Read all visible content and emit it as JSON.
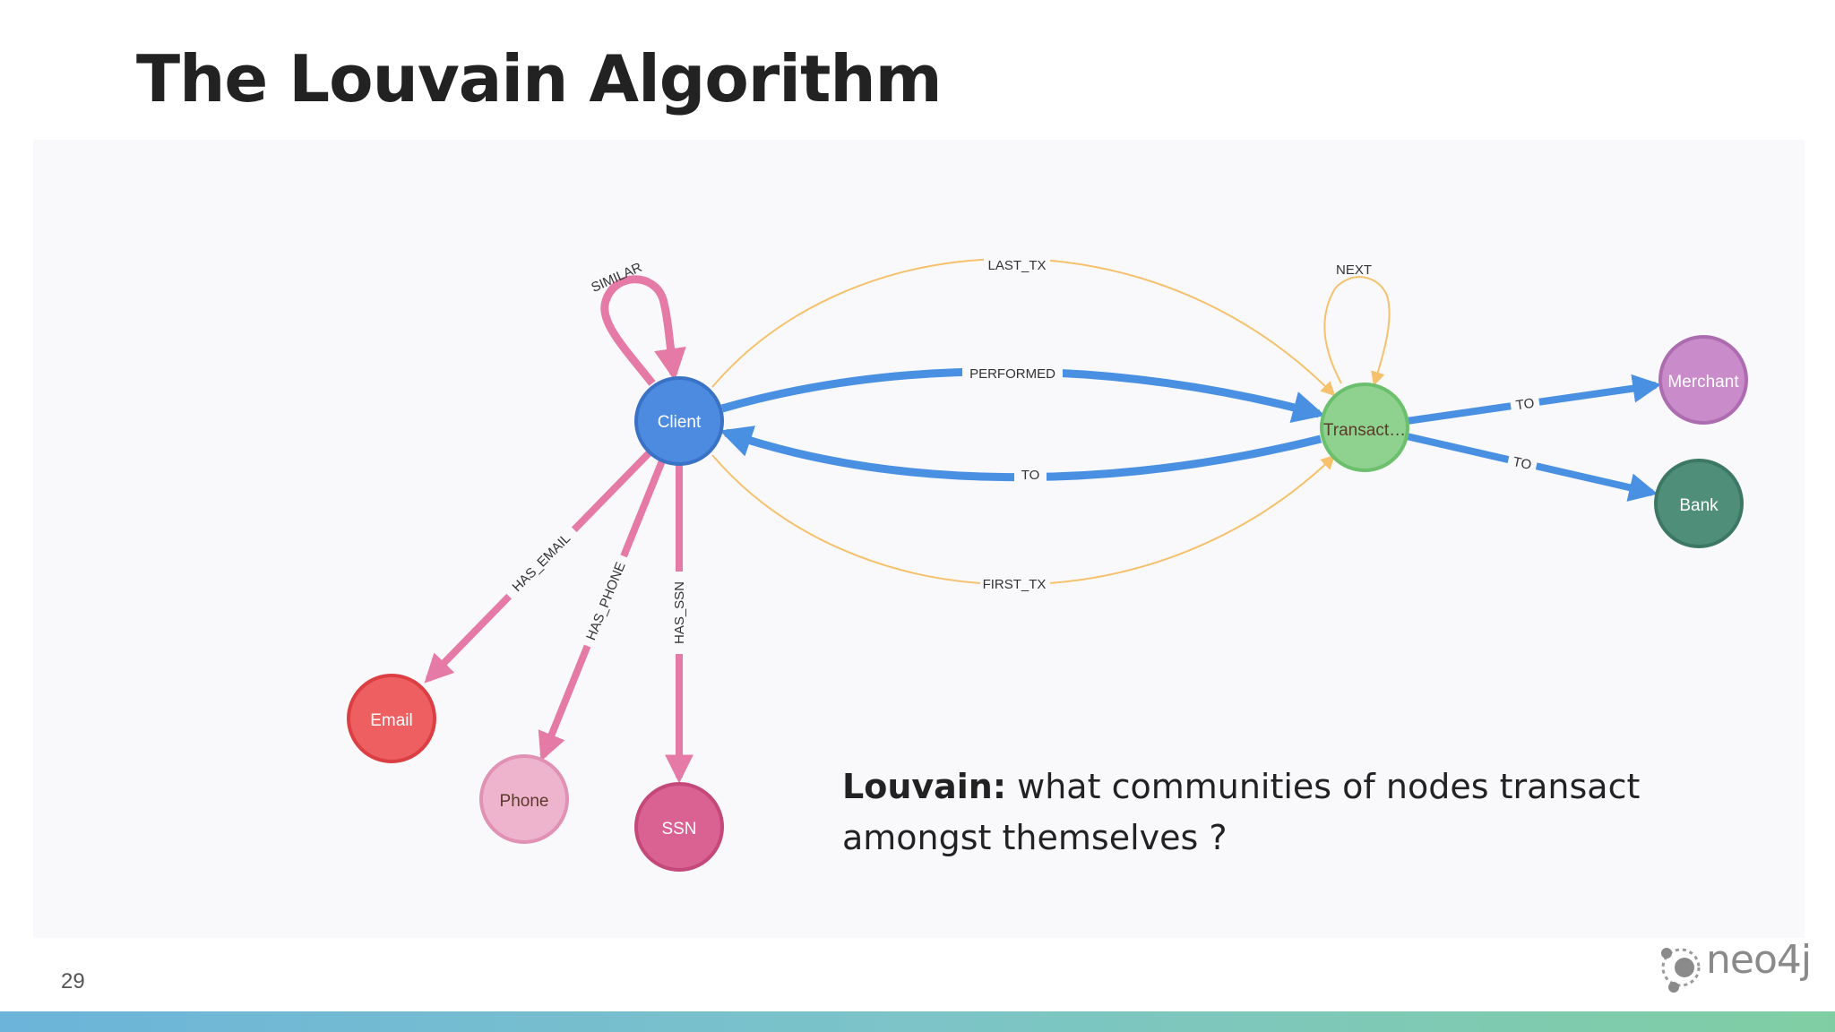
{
  "slide": {
    "title": "The Louvain Algorithm",
    "page_number": "29",
    "caption_bold": "Louvain:",
    "caption_text": " what communities of nodes transact amongst themselves ?",
    "brand": "neo4j"
  },
  "graph": {
    "nodes": [
      {
        "id": "client",
        "label": "Client",
        "color": "#4c8be0",
        "stroke": "#3a73c6"
      },
      {
        "id": "transaction",
        "label": "Transact…",
        "color": "#8fd18f",
        "stroke": "#6cbf6c"
      },
      {
        "id": "merchant",
        "label": "Merchant",
        "color": "#c98bca",
        "stroke": "#ad6cb0"
      },
      {
        "id": "bank",
        "label": "Bank",
        "color": "#4f8e78",
        "stroke": "#3d7864"
      },
      {
        "id": "email",
        "label": "Email",
        "color": "#ee5f62",
        "stroke": "#dc3f43"
      },
      {
        "id": "phone",
        "label": "Phone",
        "color": "#efb4cd",
        "stroke": "#e091b4"
      },
      {
        "id": "ssn",
        "label": "SSN",
        "color": "#da6293",
        "stroke": "#c4487a"
      }
    ],
    "relationships": [
      {
        "id": "similar",
        "label": "SIMILAR",
        "color": "#e57aa7"
      },
      {
        "id": "last_tx",
        "label": "LAST_TX",
        "color": "#f5c16c"
      },
      {
        "id": "performed",
        "label": "PERFORMED",
        "color": "#4a90e2"
      },
      {
        "id": "to_client",
        "label": "TO",
        "color": "#4a90e2"
      },
      {
        "id": "first_tx",
        "label": "FIRST_TX",
        "color": "#f5c16c"
      },
      {
        "id": "next",
        "label": "NEXT",
        "color": "#f5c16c"
      },
      {
        "id": "to_merchant",
        "label": "TO",
        "color": "#4a90e2"
      },
      {
        "id": "to_bank",
        "label": "TO",
        "color": "#4a90e2"
      },
      {
        "id": "has_email",
        "label": "HAS_EMAIL",
        "color": "#e57aa7"
      },
      {
        "id": "has_phone",
        "label": "HAS_PHONE",
        "color": "#e57aa7"
      },
      {
        "id": "has_ssn",
        "label": "HAS_SSN",
        "color": "#e57aa7"
      }
    ]
  }
}
